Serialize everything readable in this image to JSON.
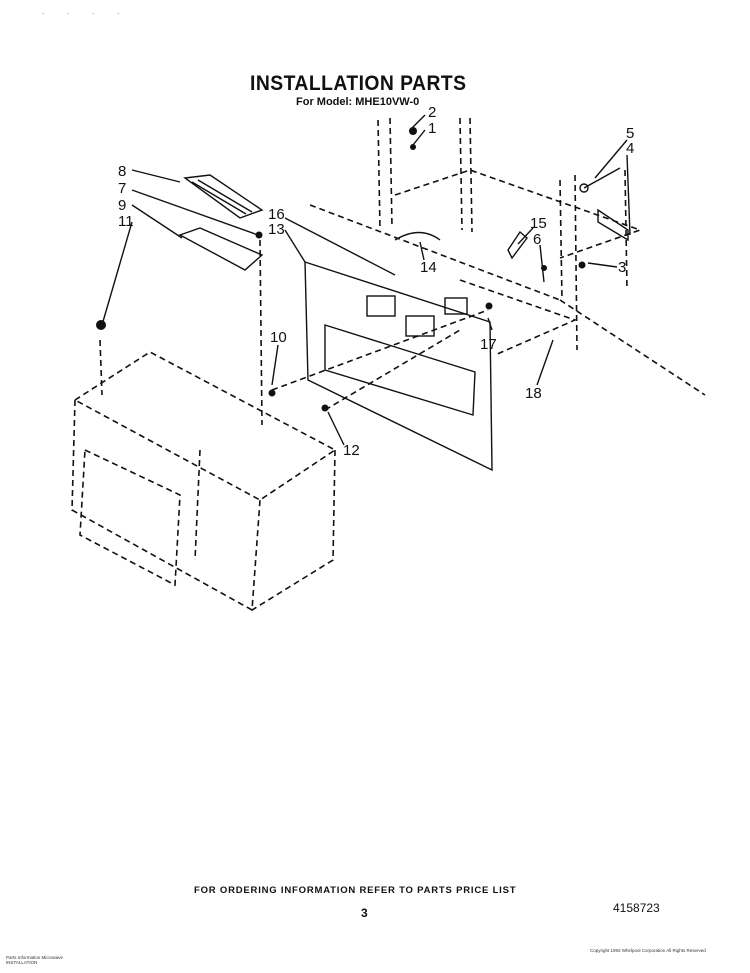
{
  "header": {
    "title": "INSTALLATION PARTS",
    "model": "For Model: MHE10VW-0"
  },
  "callouts": [
    "1",
    "2",
    "3",
    "4",
    "5",
    "6",
    "7",
    "8",
    "9",
    "10",
    "11",
    "12",
    "13",
    "14",
    "15",
    "16",
    "17",
    "18"
  ],
  "footer": {
    "ordering_note": "FOR ORDERING INFORMATION REFER TO PARTS PRICE LIST",
    "page_number": "3",
    "document_number": "4158723",
    "corner_marks": ". . . .",
    "left_small_print": "Parts Information Microwave INSTALLATION",
    "right_small_print": "Copyright 1993 Whirlpool Corporation All Rights Reserved"
  }
}
